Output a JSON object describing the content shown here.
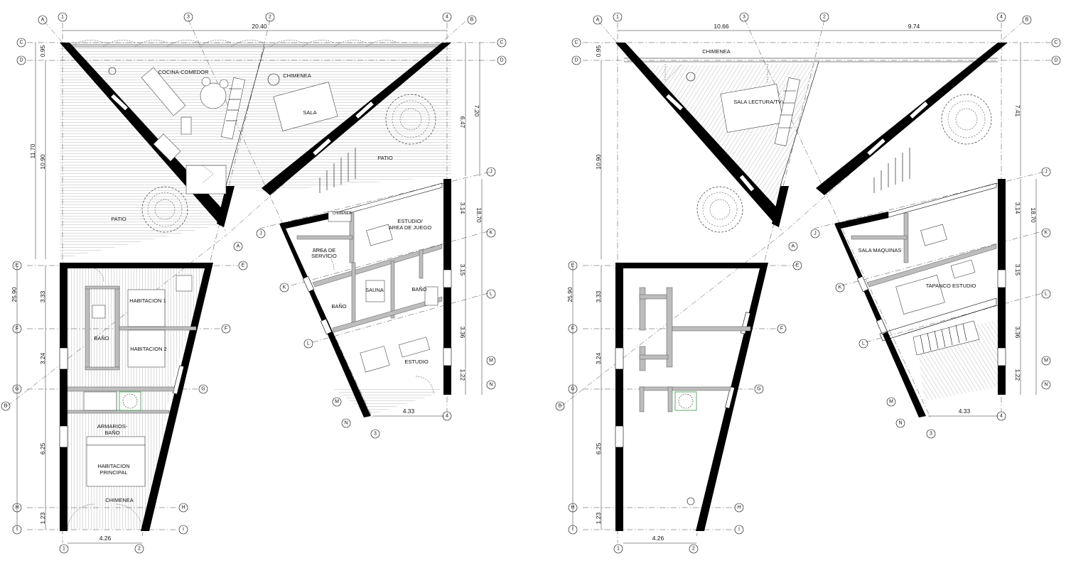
{
  "left_plan": {
    "rooms": {
      "cocina": "COCINA-COMEDOR",
      "chimenea_top": "CHIMENEA",
      "sala": "SALA",
      "patio_left": "PATIO",
      "patio_right": "PATIO",
      "chimenea_small": "CHIMENEA",
      "estudio_juego_1": "ESTUDIO/",
      "estudio_juego_2": "AREA DE JUEGO",
      "area_servicio_1": "AREA DE",
      "area_servicio_2": "SERVICIO",
      "sauna": "SAUNA",
      "bano_east": "BAÑO",
      "bano_west": "BAÑO",
      "estudio": "ESTUDIO",
      "habitacion1": "HABITACION 1",
      "habitacion2": "HABITACION 2",
      "bano_wing": "BAÑO",
      "armarios_1": "ARMARIOS-",
      "armarios_2": "BAÑO",
      "principal_1": "HABITACION",
      "principal_2": "PRINCIPAL",
      "chimenea_bottom": "CHIMENEA"
    },
    "dims": {
      "top_total": "20.40",
      "d095": "0.95",
      "d1170": "11.70",
      "d1090": "10.90",
      "d2590": "25.90",
      "d333": "3.33",
      "d324": "3.24",
      "d625": "6.25",
      "d123": "1.23",
      "bottom": "4.26",
      "r647": "6.47",
      "r720": "7.20",
      "r314": "3.14",
      "r1870": "18.70",
      "r315": "3.15",
      "r336": "3.36",
      "r122": "1.22",
      "east_bottom": "4.33"
    }
  },
  "right_plan": {
    "rooms": {
      "chimenea": "CHIMENEA",
      "sala_lectura": "SALA LECTURA/TV",
      "sala_maquinas": "SALA MAQUINAS",
      "tapanco": "TAPANCO ESTUDIO"
    },
    "dims": {
      "top_a": "10.66",
      "top_b": "9.74",
      "d095": "0.95",
      "d1090": "10.90",
      "d2590": "25.90",
      "d333": "3.33",
      "d324": "3.24",
      "d625": "6.25",
      "d123": "1.23",
      "bottom": "4.26",
      "r741": "7.41",
      "r314": "3.14",
      "r1870": "18.70",
      "r315": "3.15",
      "r336": "3.36",
      "r122": "1.22",
      "east_bottom": "4.33"
    }
  },
  "grid_labels": {
    "g1": "1",
    "g2": "2",
    "g3": "3",
    "g4": "4",
    "gA": "A",
    "gB": "B",
    "gC": "C",
    "gD": "D",
    "gE": "E",
    "gF": "F",
    "gG": "G",
    "gH": "H",
    "gI": "I",
    "gJ": "J",
    "gK": "K",
    "gL": "L",
    "gM": "M",
    "gN": "N"
  }
}
